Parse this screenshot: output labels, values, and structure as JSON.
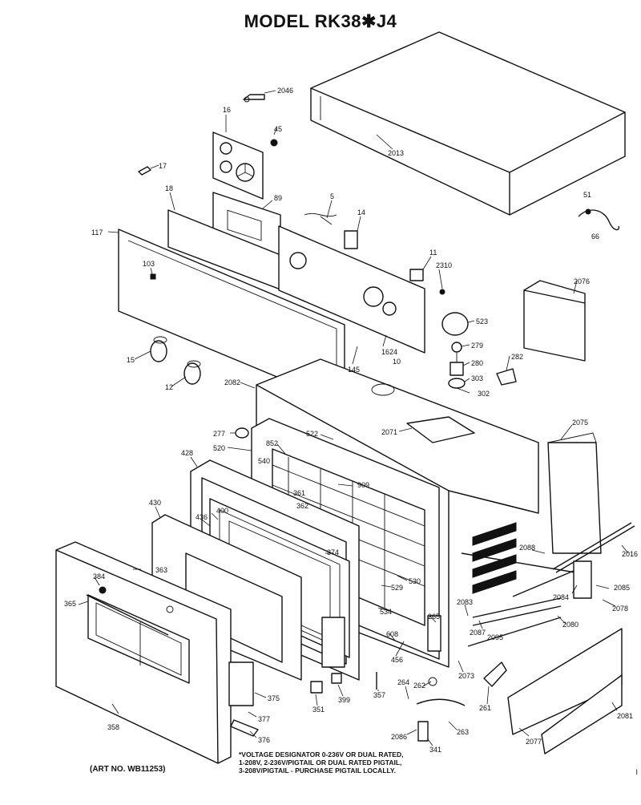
{
  "title": "MODEL RK38✱J4",
  "art_no": "(ART NO. WB11253)",
  "note": {
    "line1": "*VOLTAGE DESIGNATOR 0-236V OR DUAL RATED,",
    "line2": "1-208V, 2-236V/PIGTAIL OR DUAL RATED PIGTAIL,",
    "line3": "3-208V/PIGTAIL - PURCHASE PIGTAIL LOCALLY."
  },
  "labels": {
    "p2046": "2046",
    "p16": "16",
    "p45": "45",
    "p2013": "2013",
    "p17": "17",
    "p18": "18",
    "p89": "89",
    "p5": "5",
    "p14": "14",
    "p51": "51",
    "p66": "66",
    "p117": "117",
    "p103": "103",
    "p11": "11",
    "p2310": "2310",
    "p2076": "2076",
    "p523": "523",
    "p279": "279",
    "p280": "280",
    "p282": "282",
    "p303": "303",
    "p302": "302",
    "p15": "15",
    "p12": "12",
    "p145": "145",
    "p1624": "1624",
    "p10": "10",
    "p2082": "2082",
    "p2071": "2071",
    "p2075": "2075",
    "p277": "277",
    "p522": "522",
    "p520": "520",
    "p852": "852",
    "p428": "428",
    "p540": "540",
    "p909": "909",
    "p361": "361",
    "p362": "362",
    "p430": "430",
    "p436": "436",
    "p400": "400",
    "p374": "374",
    "p2016": "2016",
    "p2088": "2088",
    "p384": "384",
    "p363": "363",
    "p365": "365",
    "p529": "529",
    "p530": "530",
    "p2084": "2084",
    "p2085": "2085",
    "p2078": "2078",
    "p2083": "2083",
    "p2087": "2087",
    "p2095": "2095",
    "p2080": "2080",
    "p534": "534",
    "p265": "265",
    "p608": "608",
    "p456": "456",
    "p2073": "2073",
    "p375": "375",
    "p351": "351",
    "p399": "399",
    "p357": "357",
    "p264": "264",
    "p262": "262",
    "p261": "261",
    "p2081": "2081",
    "p358": "358",
    "p377": "377",
    "p376": "376",
    "p2086": "2086",
    "p341": "341",
    "p263": "263",
    "p2077": "2077"
  },
  "page_mark": "I"
}
